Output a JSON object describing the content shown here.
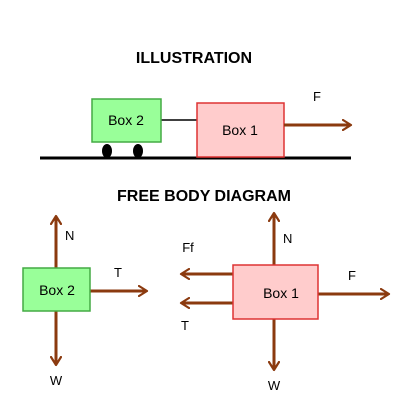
{
  "illustration": {
    "title": "ILLUSTRATION",
    "box2_label": "Box 2",
    "box1_label": "Box 1",
    "force_label": "F"
  },
  "fbd": {
    "title": "FREE BODY DIAGRAM",
    "box2": {
      "label": "Box 2",
      "normal": "N",
      "tension": "T",
      "weight": "W"
    },
    "box1": {
      "label": "Box 1",
      "normal": "N",
      "friction": "Ff",
      "tension": "T",
      "applied": "F",
      "weight": "W"
    }
  },
  "colors": {
    "arrow": "#8b3a0f",
    "box2_fill": "#99ff99",
    "box2_stroke": "#44aa44",
    "box1_fill": "#ffcccc",
    "box1_stroke": "#dd3333"
  }
}
